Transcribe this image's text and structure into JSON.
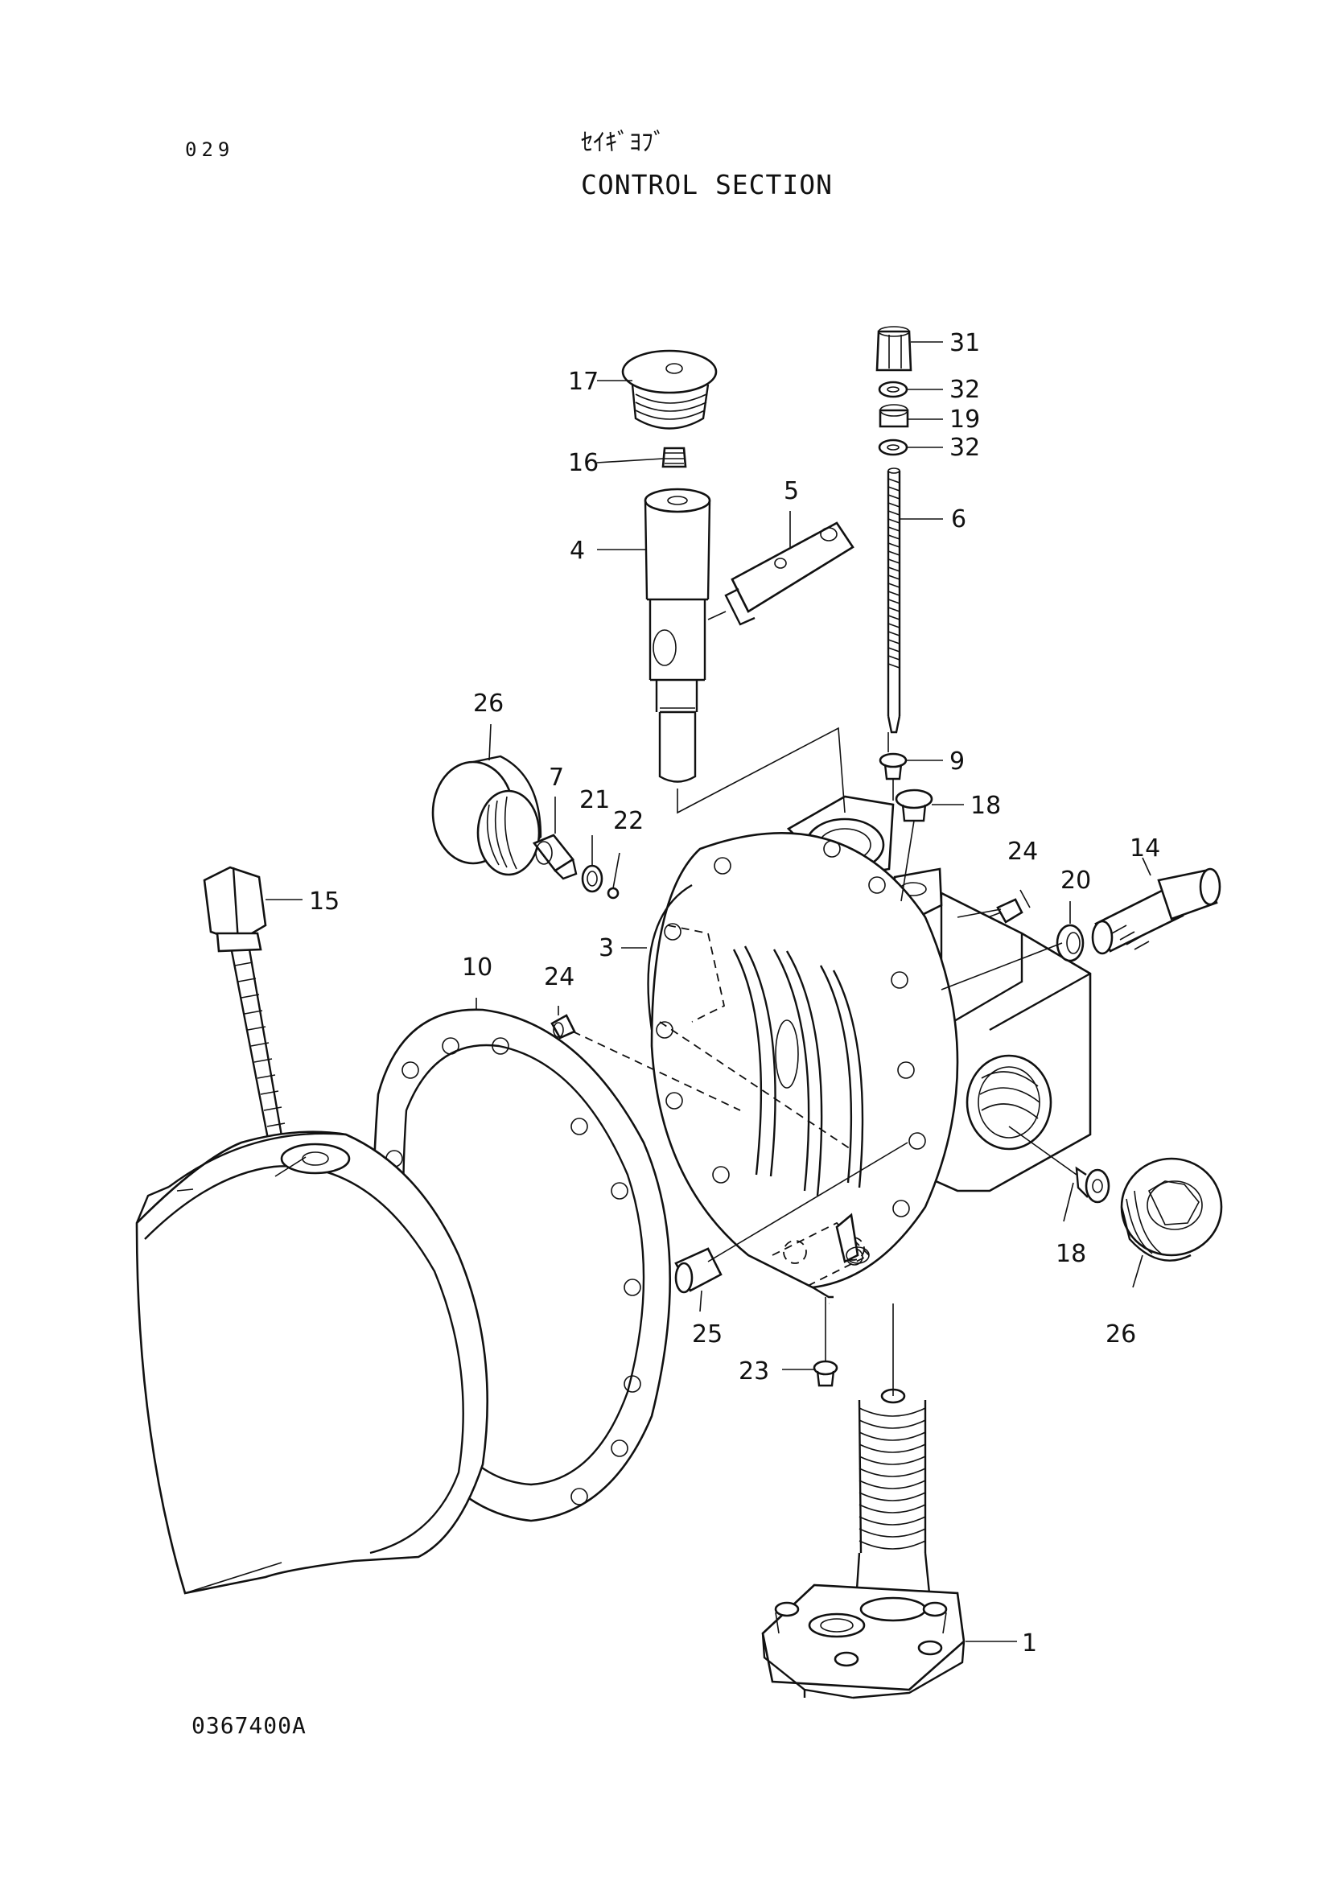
{
  "header": {
    "page_number": "029",
    "title_jp": "ｾｲｷﾞﾖﾌﾞ",
    "title_en": "CONTROL SECTION"
  },
  "footer": {
    "drawing_number": "0367400A"
  },
  "callouts": {
    "c1": "1",
    "c3": "3",
    "c4": "4",
    "c5": "5",
    "c6": "6",
    "c7": "7",
    "c9": "9",
    "c10": "10",
    "c14": "14",
    "c15": "15",
    "c16": "16",
    "c17": "17",
    "c18a": "18",
    "c18b": "18",
    "c19": "19",
    "c20": "20",
    "c21": "21",
    "c22": "22",
    "c23": "23",
    "c24a": "24",
    "c24b": "24",
    "c25": "25",
    "c26a": "26",
    "c26b": "26",
    "c31": "31",
    "c32a": "32",
    "c32b": "32"
  }
}
